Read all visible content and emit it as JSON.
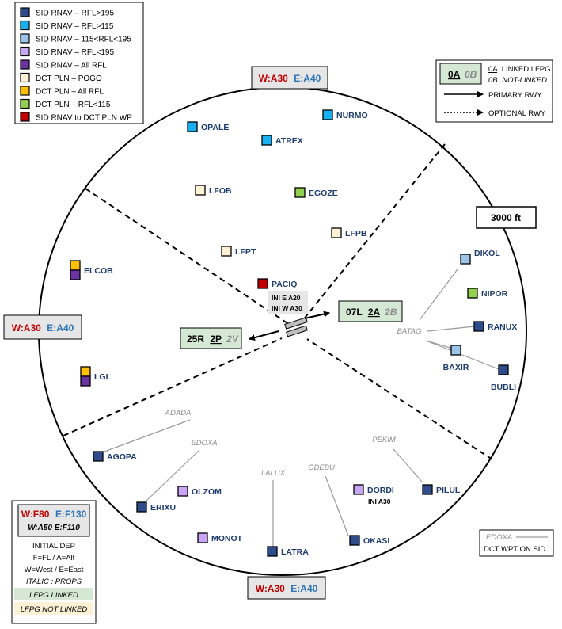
{
  "colors": {
    "sid_high": "#2f4c8a",
    "sid_115": "#19b0f0",
    "sid_mid": "#9dc3e6",
    "sid_low": "#c8a6f5",
    "sid_all": "#6a35a0",
    "dct_pogo": "#fdf1d6",
    "dct_all": "#ffc000",
    "dct_low": "#92d050",
    "sid_to_dct": "#c00000",
    "linked_bg": "#d5e8d4",
    "not_linked_bg": "#fdf1d6",
    "label_blue": "#1f3c6e",
    "west_red": "#c00000",
    "east_blue": "#2e75b6"
  },
  "legend": {
    "items": [
      {
        "color": "sid_high",
        "label": "SID RNAV – RFL>195"
      },
      {
        "color": "sid_115",
        "label": "SID RNAV – RFL>115"
      },
      {
        "color": "sid_mid",
        "label": "SID RNAV – 115<RFL<195"
      },
      {
        "color": "sid_low",
        "label": "SID RNAV – RFL<195"
      },
      {
        "color": "sid_all",
        "label": "SID RNAV – All RFL"
      },
      {
        "color": "dct_pogo",
        "label": "DCT PLN – POGO"
      },
      {
        "color": "dct_all",
        "label": "DCT PLN – All RFL"
      },
      {
        "color": "dct_low",
        "label": "DCT PLN – RFL<115"
      },
      {
        "color": "sid_to_dct",
        "label": "SID RNAV to DCT PLN WP"
      }
    ]
  },
  "rwy_legend": {
    "linked": "0A",
    "not_linked": "0B",
    "linked_text": "LINKED LFPG",
    "not_linked_text": "NOT-LINKED",
    "primary": "PRIMARY RWY",
    "optional": "OPTIONAL RWY"
  },
  "altitude_box": "3000 ft",
  "sector_altitudes": {
    "top": {
      "w": "W:A30",
      "e": "E:A40"
    },
    "left": {
      "w": "W:A30",
      "e": "E:A40"
    },
    "bottom": {
      "w": "W:A30",
      "e": "E:A40"
    }
  },
  "runways": {
    "east": {
      "rwy": "07L",
      "primary": "2A",
      "optional": "2B"
    },
    "west": {
      "rwy": "25R",
      "primary": "2P",
      "optional": "2V"
    }
  },
  "paciq_notes": [
    "INI E A20",
    "INI W A30"
  ],
  "dordi_note": "INI A30",
  "waypoints": [
    {
      "name": "OPALE",
      "color": "sid_115"
    },
    {
      "name": "NURMO",
      "color": "sid_115"
    },
    {
      "name": "ATREX",
      "color": "sid_115"
    },
    {
      "name": "LFOB",
      "color": "dct_pogo"
    },
    {
      "name": "EGOZE",
      "color": "dct_low"
    },
    {
      "name": "LFPB",
      "color": "dct_pogo"
    },
    {
      "name": "LFPT",
      "color": "dct_pogo"
    },
    {
      "name": "PACIQ",
      "color": "sid_to_dct"
    },
    {
      "name": "DIKOL",
      "color": "sid_mid"
    },
    {
      "name": "NIPOR",
      "color": "dct_low"
    },
    {
      "name": "RANUX",
      "color": "sid_high"
    },
    {
      "name": "BAXIR",
      "color": "sid_mid"
    },
    {
      "name": "BUBLI",
      "color": "sid_high"
    },
    {
      "name": "ELCOB",
      "colors": [
        "dct_all",
        "sid_all"
      ]
    },
    {
      "name": "LGL",
      "colors": [
        "dct_all",
        "sid_all"
      ]
    },
    {
      "name": "AGOPA",
      "color": "sid_high"
    },
    {
      "name": "ERIXU",
      "color": "sid_high"
    },
    {
      "name": "OLZOM",
      "color": "sid_low"
    },
    {
      "name": "MONOT",
      "color": "sid_low"
    },
    {
      "name": "LATRA",
      "color": "sid_high"
    },
    {
      "name": "DORDI",
      "color": "sid_low"
    },
    {
      "name": "OKASI",
      "color": "sid_high"
    },
    {
      "name": "PILUL",
      "color": "sid_high"
    }
  ],
  "dct_waypoints": [
    "BATAG",
    "ADADA",
    "EDOXA",
    "LALUX",
    "ODEBU",
    "PEKIM"
  ],
  "initial_dep": {
    "w": "W:F80",
    "e": "E:F130",
    "props": "W:A50 E:F110",
    "title": "INITIAL DEP",
    "line1": "F=FL / A=Alt",
    "line2": "W=West / E=East",
    "italic": "ITALIC : PROPS",
    "linked": "LFPG LINKED",
    "not_linked": "LFPG NOT LINKED"
  },
  "dct_legend": {
    "sample": "EDOXA",
    "text": "DCT WPT ON SID"
  }
}
